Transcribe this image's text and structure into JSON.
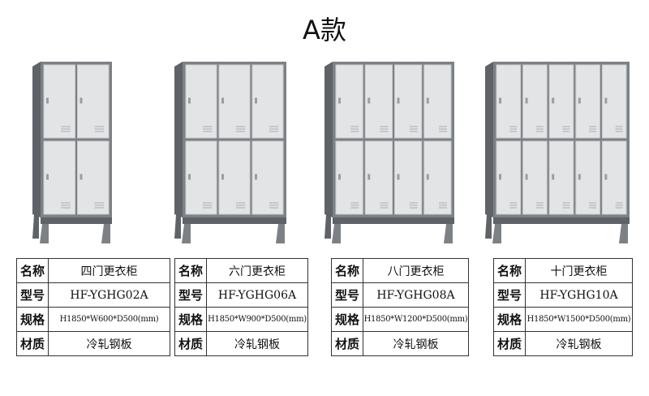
{
  "header": {
    "title": "A款"
  },
  "labels": {
    "name": "名称",
    "model": "型号",
    "spec": "规格",
    "material": "材质"
  },
  "products": [
    {
      "name": "四门更衣柜",
      "model": "HF-YGHG02A",
      "spec": "H1850*W600*D500(mm)",
      "material": "冷轧钢板",
      "columns": 2
    },
    {
      "name": "六门更衣柜",
      "model": "HF-YGHG06A",
      "spec": "H1850*W900*D500(mm)",
      "material": "冷轧钢板",
      "columns": 3
    },
    {
      "name": "八门更衣柜",
      "model": "HF-YGHG08A",
      "spec": "H1850*W1200*D500(mm)",
      "material": "冷轧钢板",
      "columns": 4
    },
    {
      "name": "十门更衣柜",
      "model": "HF-YGHG10A",
      "spec": "H1850*W1500*D500(mm)",
      "material": "冷轧钢板",
      "columns": 5
    }
  ],
  "colors": {
    "frame": "#7d8186",
    "frame_dark": "#5f6368",
    "door": "#e3e4e6",
    "door_shadow": "#c9cbce"
  }
}
